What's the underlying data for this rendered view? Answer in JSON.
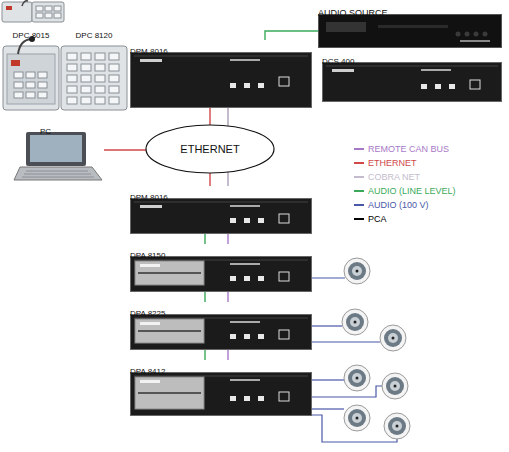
{
  "diagram": {
    "nodes": [
      {
        "text": [
          "DPC 8015"
        ]
      },
      {
        "text": [
          "DPC 8120"
        ]
      },
      {
        "text": [
          "DPM 8016"
        ]
      },
      {
        "text": [
          "AUDIO SOURCE"
        ]
      },
      {
        "text": [
          "DCS 400"
        ]
      },
      {
        "text": [
          "PC"
        ]
      },
      {
        "text": [
          "ETHERNET"
        ]
      },
      {
        "text": [
          "DPM 8016"
        ]
      },
      {
        "text": [
          "DPA 8150"
        ]
      },
      {
        "text": [
          "DPA 8225"
        ]
      },
      {
        "text": [
          "DPA 8412"
        ]
      }
    ],
    "edges": [
      {
        "from": 3,
        "to": 2,
        "arrow": "none"
      },
      {
        "from": 2,
        "to": 6,
        "arrow": "none"
      },
      {
        "from": 2,
        "to": 6,
        "arrow": "none"
      },
      {
        "from": 5,
        "to": 6,
        "arrow": "none"
      },
      {
        "from": 6,
        "to": 7,
        "arrow": "none"
      },
      {
        "from": 6,
        "to": 7,
        "arrow": "none"
      },
      {
        "from": 7,
        "to": 8,
        "arrow": "none"
      },
      {
        "from": 8,
        "to": 9,
        "arrow": "none"
      },
      {
        "from": 9,
        "to": 10,
        "arrow": "none"
      },
      {
        "from": 7,
        "to": 8,
        "arrow": "none"
      },
      {
        "from": 8,
        "to": 9,
        "arrow": "none"
      },
      {
        "from": 9,
        "to": 10,
        "arrow": "none"
      }
    ],
    "legend": [
      {
        "text": "REMOTE CAN BUS",
        "color": "#a878c8"
      },
      {
        "text": "ETHERNET",
        "color": "#d04848"
      },
      {
        "text": "COBRA NET",
        "color": "#c4bccc"
      },
      {
        "text": "AUDIO (LINE LEVEL)",
        "color": "#3aaa5a"
      },
      {
        "text": "AUDIO (100 V)",
        "color": "#4a58a8"
      },
      {
        "text": "PCA",
        "color": "#000000"
      }
    ]
  }
}
